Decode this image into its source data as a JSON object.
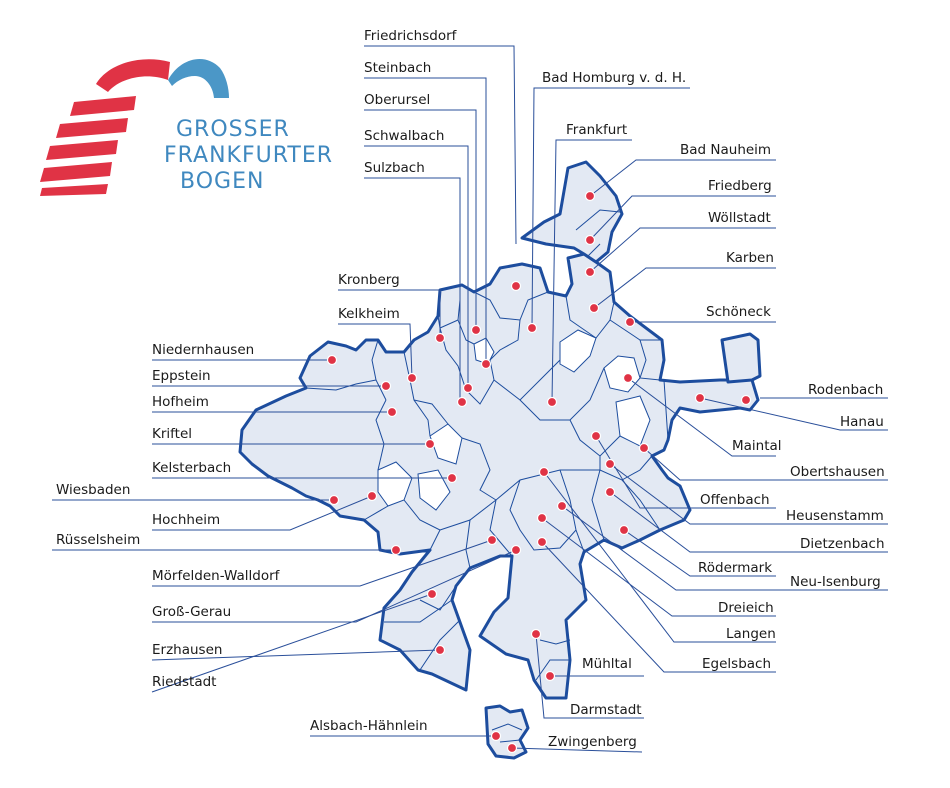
{
  "logo": {
    "lines": [
      "GROSSER",
      "FRANKFURTER",
      "BOGEN"
    ],
    "colors": {
      "red": "#e03345",
      "blue": "#4b97c7",
      "text": "#3f88bf"
    }
  },
  "map_colors": {
    "fill": "#e3e9f3",
    "border": "#1d4d9e",
    "leader": "#2a4f9a",
    "marker": "#e03345"
  },
  "municipalities": [
    "Friedrichsdorf",
    "Steinbach",
    "Oberursel",
    "Schwalbach",
    "Sulzbach",
    "Bad Homburg v. d. H.",
    "Frankfurt",
    "Bad Nauheim",
    "Friedberg",
    "Wöllstadt",
    "Karben",
    "Schöneck",
    "Kronberg",
    "Kelkheim",
    "Niedernhausen",
    "Eppstein",
    "Hofheim",
    "Kriftel",
    "Kelsterbach",
    "Wiesbaden",
    "Hochheim",
    "Rüsselsheim",
    "Mörfelden-Walldorf",
    "Groß-Gerau",
    "Erzhausen",
    "Riedstadt",
    "Alsbach-Hähnlein",
    "Zwingenberg",
    "Rodenbach",
    "Hanau",
    "Maintal",
    "Obertshausen",
    "Offenbach",
    "Heusenstamm",
    "Dietzenbach",
    "Rödermark",
    "Neu-Isenburg",
    "Dreieich",
    "Langen",
    "Egelsbach",
    "Mühltal",
    "Darmstadt"
  ]
}
